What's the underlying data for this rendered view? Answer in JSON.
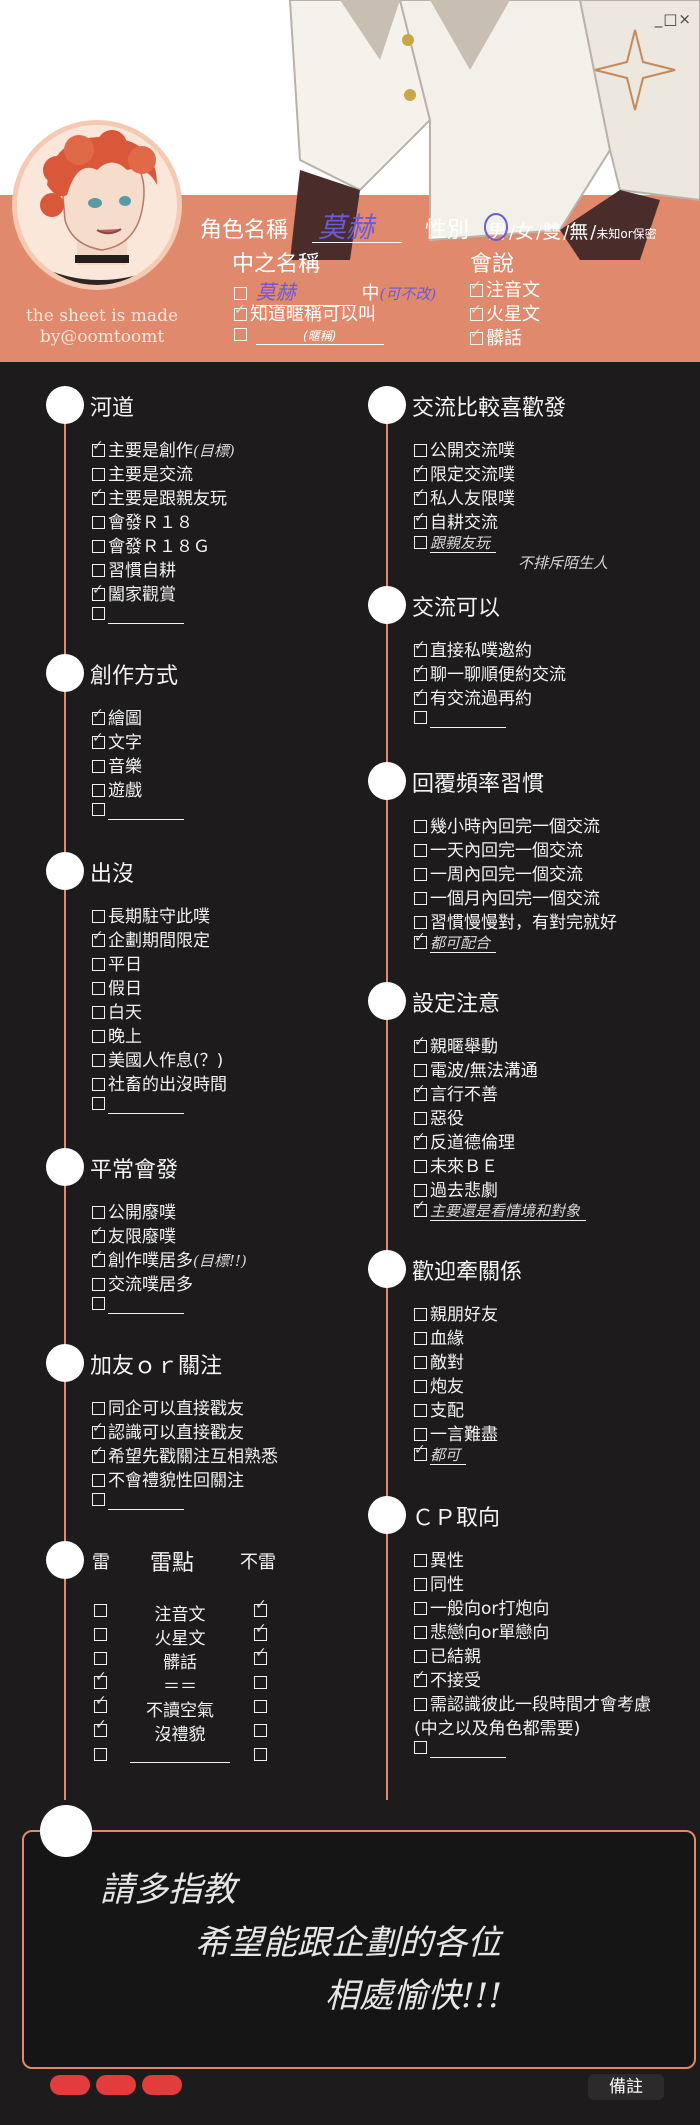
{
  "window": {
    "controls": "_□×"
  },
  "header": {
    "credit": "the sheet is made by@oomtoomt",
    "role_name_label": "角色名稱",
    "role_name_value": "莫赫",
    "gender_label": "性別",
    "gender_options": [
      "男",
      "女",
      "雙",
      "無"
    ],
    "gender_tail": "未知or保密",
    "mid_name_label": "中之名稱",
    "mid_name_value": "莫赫",
    "mid_name_middle": "中",
    "mid_name_note": "(可不改)",
    "know_nickname": "知道暱稱可以叫",
    "nickname_hint": "(暱稱)",
    "speak_label": "會說",
    "speak_items": [
      {
        "label": "注音文",
        "checked": true
      },
      {
        "label": "火星文",
        "checked": true
      },
      {
        "label": "髒話",
        "checked": true
      }
    ]
  },
  "left": [
    {
      "title": "河道",
      "items": [
        {
          "label": "主要是創作",
          "checked": true,
          "note": "(目標)"
        },
        {
          "label": "主要是交流",
          "checked": false
        },
        {
          "label": "主要是跟親友玩",
          "checked": true
        },
        {
          "label": "會發Ｒ１８",
          "checked": false
        },
        {
          "label": "會發Ｒ１８Ｇ",
          "checked": false
        },
        {
          "label": "習慣自耕",
          "checked": false
        },
        {
          "label": "闔家觀賞",
          "checked": true
        },
        {
          "label": "",
          "checked": false,
          "blank": true
        }
      ]
    },
    {
      "title": "創作方式",
      "items": [
        {
          "label": "繪圖",
          "checked": true
        },
        {
          "label": "文字",
          "checked": true
        },
        {
          "label": "音樂",
          "checked": false
        },
        {
          "label": "遊戲",
          "checked": false
        },
        {
          "label": "",
          "checked": false,
          "blank": true
        }
      ]
    },
    {
      "title": "出沒",
      "items": [
        {
          "label": "長期駐守此噗",
          "checked": false
        },
        {
          "label": "企劃期間限定",
          "checked": true
        },
        {
          "label": "平日",
          "checked": false
        },
        {
          "label": "假日",
          "checked": false
        },
        {
          "label": "白天",
          "checked": false
        },
        {
          "label": "晚上",
          "checked": false
        },
        {
          "label": "美國人作息(？)",
          "checked": false
        },
        {
          "label": "社畜的出沒時間",
          "checked": false
        },
        {
          "label": "",
          "checked": false,
          "blank": true
        }
      ]
    },
    {
      "title": "平常會發",
      "items": [
        {
          "label": "公開廢噗",
          "checked": false
        },
        {
          "label": "友限廢噗",
          "checked": true
        },
        {
          "label": "創作噗居多",
          "checked": true,
          "note": "(目標!!)"
        },
        {
          "label": "交流噗居多",
          "checked": false
        },
        {
          "label": "",
          "checked": false,
          "blank": true
        }
      ]
    },
    {
      "title": "加友ｏｒ關注",
      "items": [
        {
          "label": "同企可以直接戳友",
          "checked": false
        },
        {
          "label": "認識可以直接戳友",
          "checked": true
        },
        {
          "label": "希望先戳關注互相熟悉",
          "checked": true
        },
        {
          "label": "不會禮貌性回關注",
          "checked": false
        },
        {
          "label": "",
          "checked": false,
          "blank": true
        }
      ]
    }
  ],
  "mines": {
    "col_mine": "雷",
    "title": "雷點",
    "col_ok": "不雷",
    "rows": [
      {
        "label": "注音文",
        "mine": false,
        "ok": true
      },
      {
        "label": "火星文",
        "mine": false,
        "ok": true
      },
      {
        "label": "髒話",
        "mine": false,
        "ok": true
      },
      {
        "label": "＝＝",
        "mine": true,
        "ok": false
      },
      {
        "label": "不讀空氣",
        "mine": true,
        "ok": false
      },
      {
        "label": "沒禮貌",
        "mine": true,
        "ok": false
      },
      {
        "label": "",
        "mine": false,
        "ok": false,
        "blank": true
      }
    ]
  },
  "right": [
    {
      "title": "交流比較喜歡發",
      "items": [
        {
          "label": "公開交流噗",
          "checked": false
        },
        {
          "label": "限定交流噗",
          "checked": true
        },
        {
          "label": "私人友限噗",
          "checked": true
        },
        {
          "label": "自耕交流",
          "checked": true
        },
        {
          "label": "",
          "checked": false,
          "note": "跟親友玩",
          "blank_note": true
        }
      ],
      "extra_note": "不排斥陌生人"
    },
    {
      "title": "交流可以",
      "items": [
        {
          "label": "直接私噗邀約",
          "checked": true
        },
        {
          "label": "聊一聊順便約交流",
          "checked": true
        },
        {
          "label": "有交流過再約",
          "checked": true
        },
        {
          "label": "",
          "checked": false,
          "blank": true
        }
      ]
    },
    {
      "title": "回覆頻率習慣",
      "items": [
        {
          "label": "幾小時內回完一個交流",
          "checked": false
        },
        {
          "label": "一天內回完一個交流",
          "checked": false
        },
        {
          "label": "一周內回完一個交流",
          "checked": false
        },
        {
          "label": "一個月內回完一個交流",
          "checked": false
        },
        {
          "label": "習慣慢慢對，有對完就好",
          "checked": false
        },
        {
          "label": "",
          "checked": true,
          "note": "都可配合",
          "blank_note": true
        }
      ]
    },
    {
      "title": "設定注意",
      "items": [
        {
          "label": "親暱舉動",
          "checked": true
        },
        {
          "label": "電波/無法溝通",
          "checked": false
        },
        {
          "label": "言行不善",
          "checked": true
        },
        {
          "label": "惡役",
          "checked": false
        },
        {
          "label": "反道德倫理",
          "checked": true
        },
        {
          "label": "未來ＢＥ",
          "checked": false
        },
        {
          "label": "過去悲劇",
          "checked": false
        },
        {
          "label": "",
          "checked": true,
          "note": "主要還是看情境和對象",
          "blank_note": true
        }
      ]
    },
    {
      "title": "歡迎牽關係",
      "items": [
        {
          "label": "親朋好友",
          "checked": false
        },
        {
          "label": "血緣",
          "checked": false
        },
        {
          "label": "敵對",
          "checked": false
        },
        {
          "label": "炮友",
          "checked": false
        },
        {
          "label": "支配",
          "checked": false
        },
        {
          "label": "一言難盡",
          "checked": false
        },
        {
          "label": "",
          "checked": true,
          "note": "都可",
          "blank_note": true
        }
      ]
    },
    {
      "title": "ＣＰ取向",
      "items": [
        {
          "label": "異性",
          "checked": false
        },
        {
          "label": "同性",
          "checked": false
        },
        {
          "label": "一般向or打炮向",
          "checked": false
        },
        {
          "label": "悲戀向or單戀向",
          "checked": false
        },
        {
          "label": "已結親",
          "checked": false
        },
        {
          "label": "不接受",
          "checked": true
        },
        {
          "label": "需認識彼此一段時間才會考慮",
          "checked": false
        },
        {
          "label": "(中之以及角色都需要)",
          "checked": false,
          "nobox": true
        },
        {
          "label": "",
          "checked": false,
          "blank": true
        }
      ]
    }
  ],
  "remark": {
    "lines": [
      "請多指教",
      "希望能跟企劃的各位",
      "相處愉快!!!"
    ]
  },
  "footer": {
    "notes_label": "備註"
  }
}
